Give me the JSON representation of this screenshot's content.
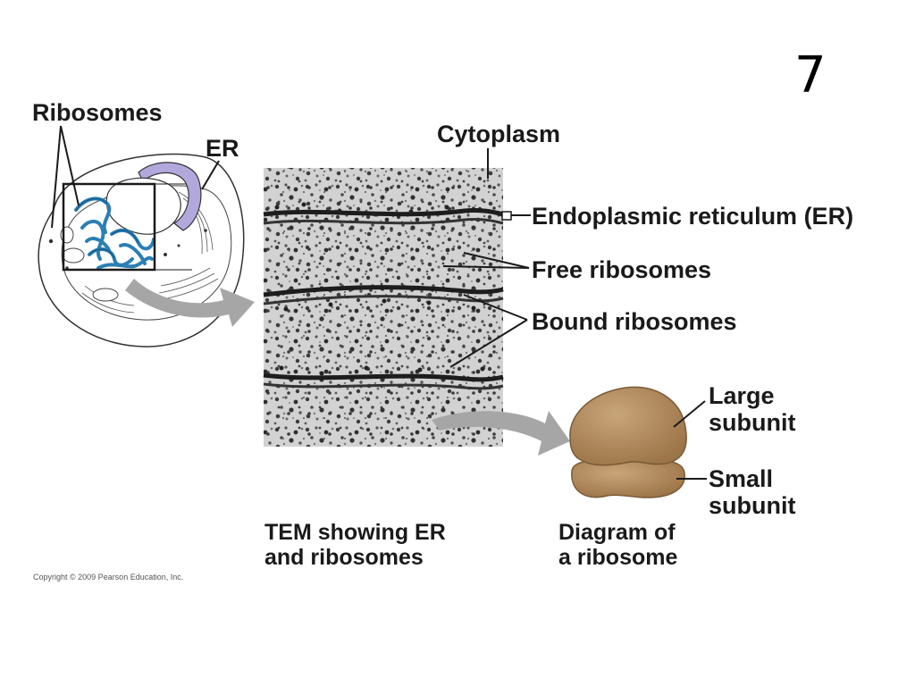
{
  "slide_number": "7",
  "labels": {
    "ribosomes": "Ribosomes",
    "er": "ER",
    "cytoplasm": "Cytoplasm",
    "endoplasmic_reticulum": "Endoplasmic reticulum (ER)",
    "free_ribosomes": "Free ribosomes",
    "bound_ribosomes": "Bound ribosomes",
    "large_subunit": "Large\nsubunit",
    "small_subunit": "Small\nsubunit",
    "tem_caption": "TEM showing ER\nand ribosomes",
    "diagram_caption": "Diagram of\na ribosome"
  },
  "copyright": "Copyright © 2009 Pearson Education, Inc.",
  "colors": {
    "er_blue": "#2a7fb5",
    "nucleus_purple": "#b3a8dc",
    "arrow_gray": "#a6a6a6",
    "ribosome_tan": "#b08a60"
  }
}
